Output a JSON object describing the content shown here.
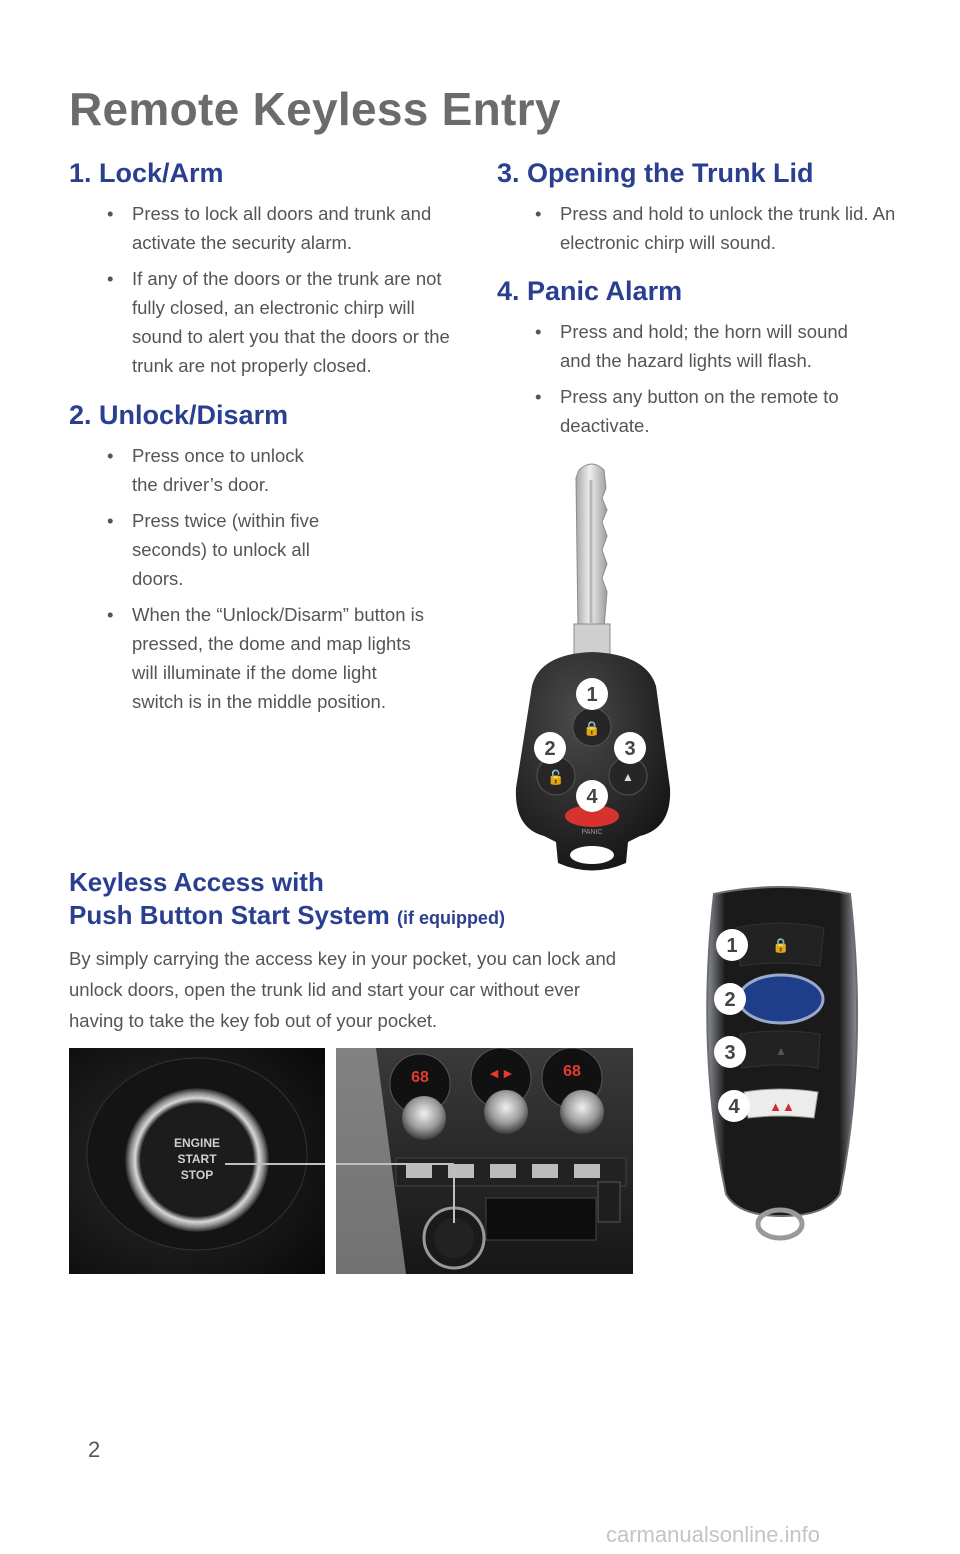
{
  "page_title": "Remote Keyless Entry",
  "sections": [
    {
      "heading": "1. Lock/Arm",
      "bullets": [
        "Press to lock all doors and trunk and activate the security alarm.",
        "If any of the doors or the trunk are not fully closed, an electronic chirp will sound to alert you that the doors or the trunk are not properly closed."
      ]
    },
    {
      "heading": "2. Unlock/Disarm",
      "bullets": [
        "Press once to unlock the driver’s door.",
        "Press twice (within five seconds) to unlock all doors.",
        "When the “Unlock/Disarm” button is pressed, the dome and map lights will illuminate if the dome light switch is in the middle position."
      ]
    },
    {
      "heading": "3. Opening the Trunk Lid",
      "bullets": [
        "Press and hold to unlock the trunk lid. An electronic chirp will sound."
      ]
    },
    {
      "heading": "4. Panic Alarm",
      "bullets": [
        "Press and hold; the horn will sound and the hazard lights will flash.",
        "Press any button on the remote to deactivate."
      ]
    }
  ],
  "key_fob": {
    "callouts": [
      "1",
      "2",
      "3",
      "4"
    ],
    "panic_label": "PANIC"
  },
  "keyless_access": {
    "heading_line1": "Keyless Access with",
    "heading_line2": "Push Button Start System",
    "heading_note": "(if equipped)",
    "body": "By simply carrying the access key in your pocket, you can lock and unlock doors, open the trunk lid and start your car without ever having to take the key fob out of your pocket."
  },
  "smart_key": {
    "callouts": [
      "1",
      "2",
      "3",
      "4"
    ]
  },
  "start_button": {
    "line1": "ENGINE",
    "line2": "START",
    "line3": "STOP"
  },
  "dash_displays": [
    "68",
    "68"
  ],
  "page_number": "2",
  "watermark": "carmanualsonline.info",
  "colors": {
    "heading_blue": "#2a3f8f",
    "title_gray": "#6b6b6b",
    "panic_red": "#d8322f"
  }
}
